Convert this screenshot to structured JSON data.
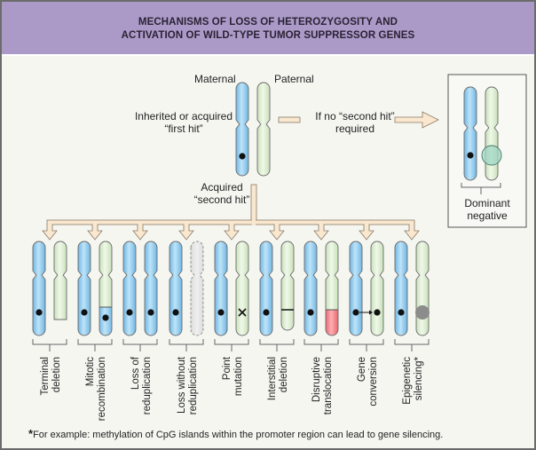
{
  "header": {
    "title_line1": "MECHANISMS OF LOSS OF HETEROZYGOSITY AND",
    "title_line2": "ACTIVATION OF WILD-TYPE TUMOR SUPPRESSOR GENES",
    "background_color": "#ab9ac8"
  },
  "colors": {
    "maternal": "#8ecbef",
    "paternal": "#dcedd2",
    "lost": "#e3e3e3",
    "translocation": "#f27f86",
    "arrow_fill": "#f9e7cf",
    "silencing_dot": "#8c8c8c",
    "dominant_negative_circle": "#9fd6c3"
  },
  "top": {
    "maternal_label": "Maternal",
    "paternal_label": "Paternal",
    "first_hit_line1": "Inherited or acquired",
    "first_hit_line2": "“first hit”",
    "no_second_hit_line1": "If no “second hit”",
    "no_second_hit_line2": "required",
    "second_hit_line1": "Acquired",
    "second_hit_line2": "“second hit”"
  },
  "dominant_negative": {
    "label_line1": "Dominant",
    "label_line2": "negative"
  },
  "mechanisms": [
    {
      "id": "terminal-deletion",
      "line1": "Terminal",
      "line2": "deletion",
      "paternal_state": "terminal-deletion"
    },
    {
      "id": "mitotic-recombination",
      "line1": "Mitotic",
      "line2": "recombination",
      "paternal_state": "recombination"
    },
    {
      "id": "loss-of-reduplication",
      "line1": "Loss of",
      "line2": "reduplication",
      "paternal_state": "maternal-copy"
    },
    {
      "id": "loss-without-reduplication",
      "line1": "Loss without",
      "line2": "reduplication",
      "paternal_state": "lost"
    },
    {
      "id": "point-mutation",
      "line1": "Point",
      "line2": "mutation",
      "paternal_state": "point-mutation"
    },
    {
      "id": "interstitial-deletion",
      "line1": "Interstitial",
      "line2": "deletion",
      "paternal_state": "interstitial-deletion"
    },
    {
      "id": "disruptive-translocation",
      "line1": "Disruptive",
      "line2": "translocation",
      "paternal_state": "translocation"
    },
    {
      "id": "gene-conversion",
      "line1": "Gene",
      "line2": "conversion",
      "paternal_state": "conversion"
    },
    {
      "id": "epigenetic-silencing",
      "line1": "Epigenetic",
      "line2": "silencing*",
      "paternal_state": "silencing"
    }
  ],
  "footnote": {
    "star": "*",
    "text": "For example: methylation of CpG islands within the promoter region can lead to gene silencing."
  }
}
